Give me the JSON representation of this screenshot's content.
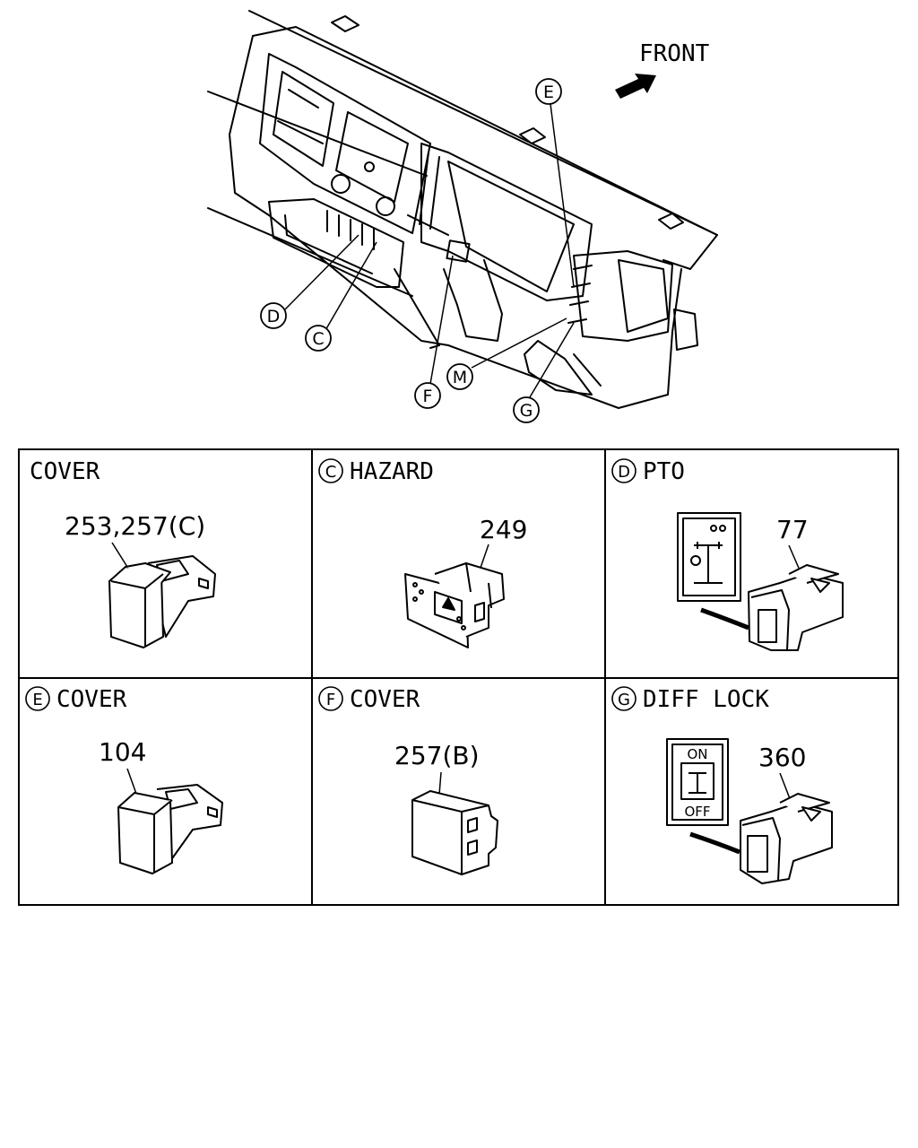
{
  "front_label": "FRONT",
  "callouts": [
    "D",
    "C",
    "F",
    "M",
    "G",
    "E"
  ],
  "panels": [
    {
      "letter": "",
      "title": "COVER",
      "part": "253,257(C)"
    },
    {
      "letter": "C",
      "title": "HAZARD",
      "part": "249"
    },
    {
      "letter": "D",
      "title": "PTO",
      "part": "77"
    },
    {
      "letter": "E",
      "title": "COVER",
      "part": "104"
    },
    {
      "letter": "F",
      "title": "COVER",
      "part": "257(B)"
    },
    {
      "letter": "G",
      "title": "DIFF LOCK",
      "part": "360"
    }
  ],
  "diff_lock_indicator": {
    "on": "ON",
    "off": "OFF"
  }
}
